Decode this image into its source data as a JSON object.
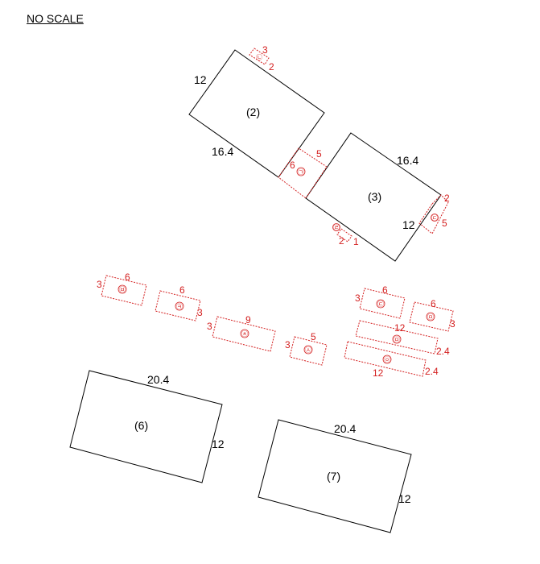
{
  "title": "NO SCALE",
  "colors": {
    "outline": "#000000",
    "part": "#d42020"
  },
  "labels": {
    "p2": "(2)",
    "p3": "(3)",
    "p6": "(6)",
    "p7": "(7)",
    "p2_side": "12",
    "p2_long": "16.4",
    "p3_long": "16.4",
    "p3_side": "12",
    "p6_long": "20.4",
    "p6_side": "12",
    "p7_long": "20.4",
    "p7_side": "12"
  },
  "parts": {
    "top_small": {
      "id": "㉡",
      "a": "3",
      "b": "2"
    },
    "connector": {
      "id": "㉠",
      "a": "6",
      "b": "5"
    },
    "right_side": {
      "id": "㉢",
      "a": "2",
      "b": "5"
    },
    "bottom_small": {
      "id": "㉣",
      "a": "2",
      "b": "1"
    },
    "e1": {
      "id": "㉥",
      "a": "6",
      "b": "3"
    },
    "e2": {
      "id": "㉪",
      "a": "6",
      "b": "3"
    },
    "e3": {
      "id": "㉩",
      "a": "9",
      "b": "3"
    },
    "e4": {
      "id": "㉦",
      "a": "5",
      "b": "3"
    },
    "e5": {
      "id": "㉢",
      "a": "6",
      "b": "3"
    },
    "e6": {
      "id": "㉤",
      "a": "6",
      "b": "3"
    },
    "e7": {
      "id": "㉤",
      "a": "12",
      "b": "2.4"
    },
    "e8": {
      "id": "㉧",
      "a": "12",
      "b": "2.4"
    }
  }
}
